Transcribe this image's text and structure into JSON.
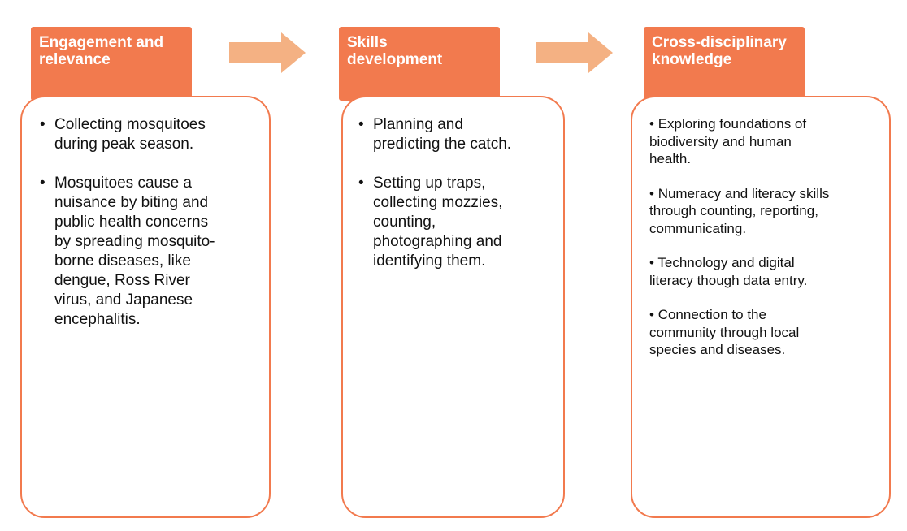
{
  "columns": [
    {
      "header": [
        "Engagement and",
        "relevance"
      ],
      "bullets": [
        [
          "Collecting mosquitoes",
          "during peak season."
        ],
        [
          "Mosquitoes cause a",
          "nuisance by biting and",
          "public health concerns",
          "by spreading mosquito-",
          "borne diseases, like",
          "dengue, Ross River",
          "virus, and Japanese",
          "encephalitis."
        ]
      ]
    },
    {
      "header": [
        "Skills",
        "development"
      ],
      "bullets": [
        [
          "Planning and",
          "predicting the catch."
        ],
        [
          "Setting up traps,",
          "collecting mozzies,",
          "counting,",
          "photographing and",
          "identifying them."
        ]
      ]
    },
    {
      "header": [
        "Cross-disciplinary",
        "knowledge"
      ],
      "bullets": [
        [
          "Exploring foundations of",
          "biodiversity and human",
          "health."
        ],
        [
          "Numeracy and literacy skills",
          "through counting, reporting,",
          "communicating."
        ],
        [
          "Technology and digital",
          "literacy though data entry."
        ],
        [
          "Connection to the",
          "community through local",
          "species and diseases."
        ]
      ]
    }
  ],
  "bullet_symbol": "•",
  "colors": {
    "header_fill": "#f27a4e",
    "box_border": "#f27a4e",
    "arrow_fill": "#f4b183",
    "text": "#111111"
  },
  "icons": [
    "right-arrow-icon",
    "right-arrow-icon"
  ]
}
